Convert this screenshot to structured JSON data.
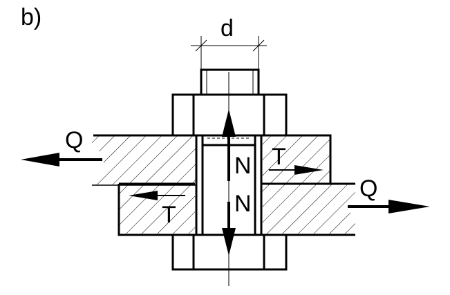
{
  "figure_label": "b)",
  "labels": {
    "diameter": "d",
    "force_left": "Q",
    "force_right": "Q",
    "friction_upper": "T",
    "friction_lower": "T",
    "normal_upper": "N",
    "normal_lower": "N"
  },
  "colors": {
    "ink": "#000000",
    "paper": "#ffffff"
  }
}
